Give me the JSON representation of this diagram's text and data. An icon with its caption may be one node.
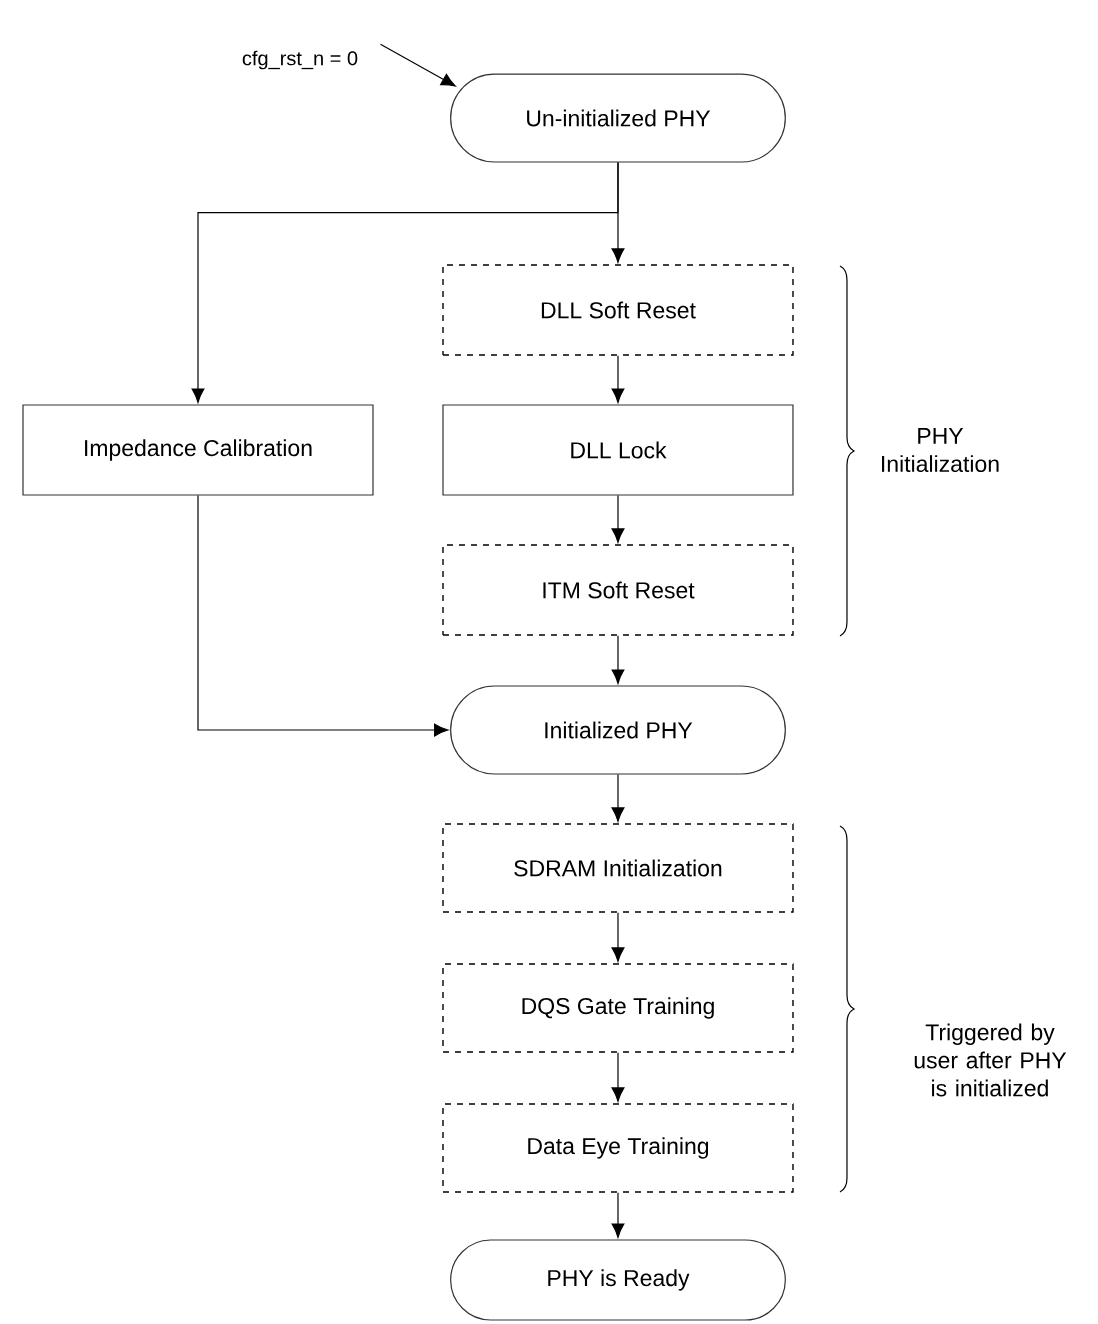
{
  "diagram": {
    "nodes": [
      {
        "text": [
          "cfg_rst_n = 0"
        ]
      },
      {
        "text": [
          "Un-initialized PHY"
        ]
      },
      {
        "text": [
          "DLL Soft Reset"
        ]
      },
      {
        "text": [
          "Impedance Calibration"
        ]
      },
      {
        "text": [
          "DLL Lock"
        ]
      },
      {
        "text": [
          "ITM Soft Reset"
        ]
      },
      {
        "text": [
          "Initialized PHY"
        ]
      },
      {
        "text": [
          "SDRAM Initialization"
        ]
      },
      {
        "text": [
          "DQS Gate Training"
        ]
      },
      {
        "text": [
          "Data Eye Training"
        ]
      },
      {
        "text": [
          "PHY is Ready"
        ]
      }
    ],
    "edges": [
      {
        "from": 0,
        "to": 1,
        "arrow": "to"
      },
      {
        "from": 1,
        "to": 2,
        "arrow": "to"
      },
      {
        "from": 1,
        "to": 3,
        "arrow": "to"
      },
      {
        "from": 2,
        "to": 4,
        "arrow": "to"
      },
      {
        "from": 4,
        "to": 5,
        "arrow": "to"
      },
      {
        "from": 5,
        "to": 6,
        "arrow": "to"
      },
      {
        "from": 3,
        "to": 6,
        "arrow": "to"
      },
      {
        "from": 6,
        "to": 7,
        "arrow": "to"
      },
      {
        "from": 7,
        "to": 8,
        "arrow": "to"
      },
      {
        "from": 8,
        "to": 9,
        "arrow": "to"
      },
      {
        "from": 9,
        "to": 10,
        "arrow": "to"
      }
    ],
    "labels": [
      "PHY Initialization",
      "Triggered by user after PHY is initialized"
    ]
  }
}
